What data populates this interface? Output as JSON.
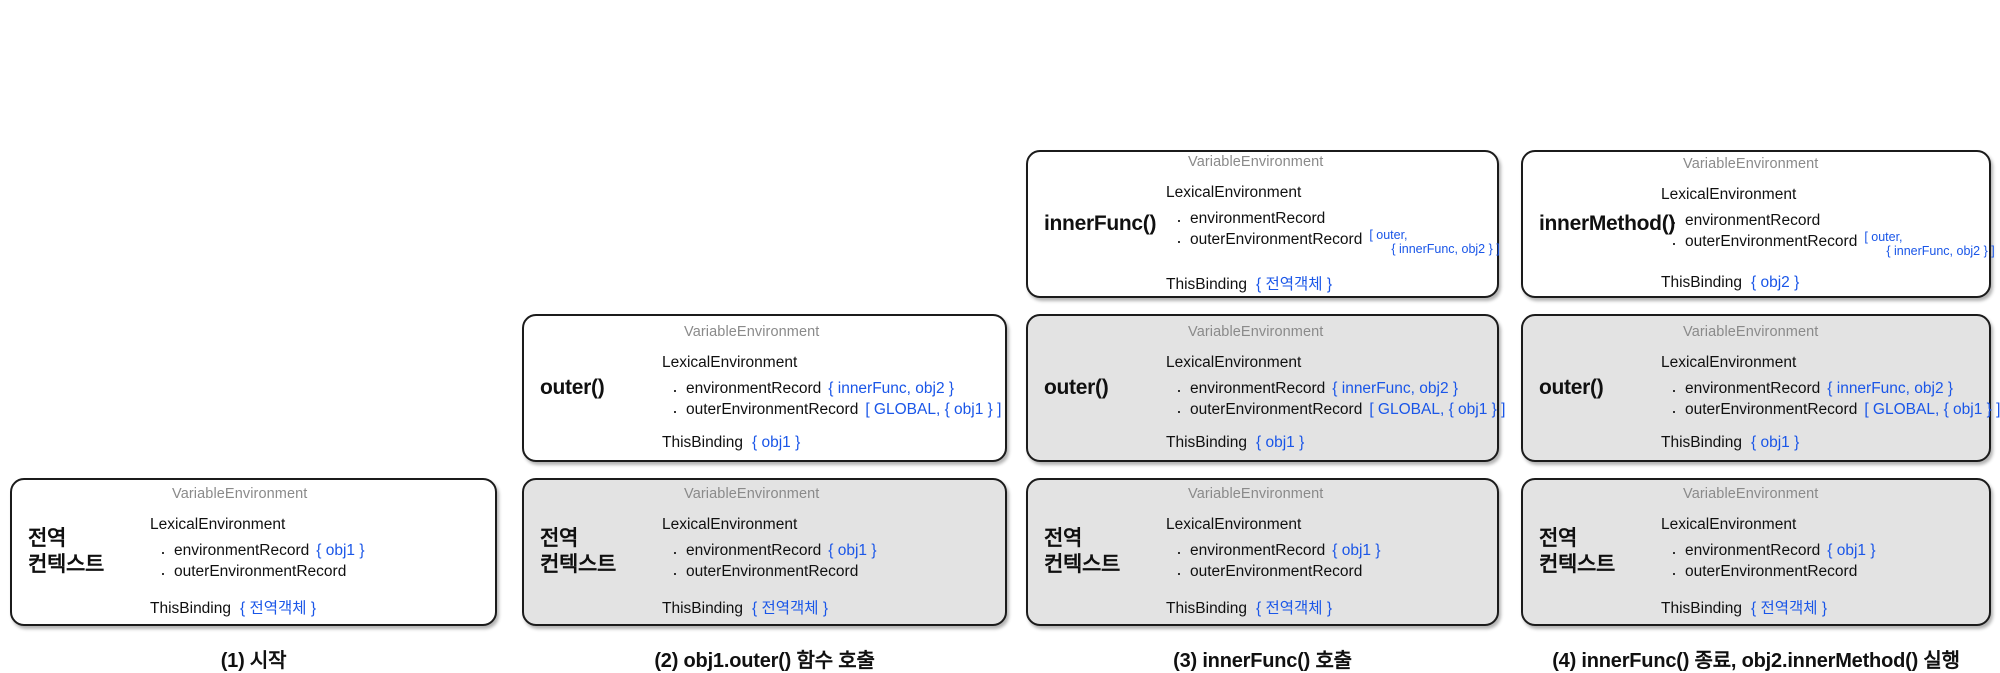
{
  "diagram": {
    "accent_blue": "#1a56e8",
    "muted_gray": "#8a8a8a",
    "inactive_bg": "#e3e3e3",
    "active_bg": "#ffffff",
    "border_color": "#1b1b1b",
    "labels": {
      "variable_environment": "VariableEnvironment",
      "lexical_environment": "LexicalEnvironment",
      "environment_record": "environmentRecord",
      "outer_environment_record": "outerEnvironmentRecord",
      "this_binding": "ThisBinding"
    }
  },
  "columns": [
    {
      "caption": "(1) 시작",
      "cards": [
        {
          "context": "전역\n컨텍스트",
          "active": true,
          "variable_environment": "VariableEnvironment",
          "lexical_environment": "LexicalEnvironment",
          "environment_record": "environmentRecord",
          "environment_record_value": "{ obj1 }",
          "outer_environment_record": "outerEnvironmentRecord",
          "outer_environment_record_value": "",
          "outer_environment_record_value_line2": "",
          "this_binding": "ThisBinding",
          "this_binding_value": "{ 전역객체 }"
        }
      ]
    },
    {
      "caption": "(2) obj1.outer() 함수 호출",
      "cards": [
        {
          "context": "outer()",
          "active": true,
          "variable_environment": "VariableEnvironment",
          "lexical_environment": "LexicalEnvironment",
          "environment_record": "environmentRecord",
          "environment_record_value": "{ innerFunc, obj2 }",
          "outer_environment_record": "outerEnvironmentRecord",
          "outer_environment_record_value": "[ GLOBAL, { obj1 } ]",
          "outer_environment_record_value_line2": "",
          "this_binding": "ThisBinding",
          "this_binding_value": "{ obj1 }"
        },
        {
          "context": "전역\n컨텍스트",
          "active": false,
          "variable_environment": "VariableEnvironment",
          "lexical_environment": "LexicalEnvironment",
          "environment_record": "environmentRecord",
          "environment_record_value": "{ obj1 }",
          "outer_environment_record": "outerEnvironmentRecord",
          "outer_environment_record_value": "",
          "outer_environment_record_value_line2": "",
          "this_binding": "ThisBinding",
          "this_binding_value": "{ 전역객체 }"
        }
      ]
    },
    {
      "caption": "(3) innerFunc() 호출",
      "cards": [
        {
          "context": "innerFunc()",
          "active": true,
          "variable_environment": "VariableEnvironment",
          "lexical_environment": "LexicalEnvironment",
          "environment_record": "environmentRecord",
          "environment_record_value": "",
          "outer_environment_record": "outerEnvironmentRecord",
          "outer_environment_record_value": "[ outer,",
          "outer_environment_record_value_line2": "{ innerFunc, obj2 } ]",
          "this_binding": "ThisBinding",
          "this_binding_value": "{ 전역객체 }"
        },
        {
          "context": "outer()",
          "active": false,
          "variable_environment": "VariableEnvironment",
          "lexical_environment": "LexicalEnvironment",
          "environment_record": "environmentRecord",
          "environment_record_value": "{ innerFunc, obj2 }",
          "outer_environment_record": "outerEnvironmentRecord",
          "outer_environment_record_value": "[ GLOBAL, { obj1 } ]",
          "outer_environment_record_value_line2": "",
          "this_binding": "ThisBinding",
          "this_binding_value": "{ obj1 }"
        },
        {
          "context": "전역\n컨텍스트",
          "active": false,
          "variable_environment": "VariableEnvironment",
          "lexical_environment": "LexicalEnvironment",
          "environment_record": "environmentRecord",
          "environment_record_value": "{ obj1 }",
          "outer_environment_record": "outerEnvironmentRecord",
          "outer_environment_record_value": "",
          "outer_environment_record_value_line2": "",
          "this_binding": "ThisBinding",
          "this_binding_value": "{ 전역객체 }"
        }
      ]
    },
    {
      "caption": "(4) innerFunc() 종료, obj2.innerMethod() 실행",
      "cards": [
        {
          "context": "innerMethod()",
          "active": true,
          "variable_environment": "VariableEnvironment",
          "lexical_environment": "LexicalEnvironment",
          "environment_record": "environmentRecord",
          "environment_record_value": "",
          "outer_environment_record": "outerEnvironmentRecord",
          "outer_environment_record_value": "[ outer,",
          "outer_environment_record_value_line2": "{ innerFunc, obj2 } ]",
          "this_binding": "ThisBinding",
          "this_binding_value": "{ obj2 }"
        },
        {
          "context": "outer()",
          "active": false,
          "variable_environment": "VariableEnvironment",
          "lexical_environment": "LexicalEnvironment",
          "environment_record": "environmentRecord",
          "environment_record_value": "{ innerFunc, obj2 }",
          "outer_environment_record": "outerEnvironmentRecord",
          "outer_environment_record_value": "[ GLOBAL, { obj1 } ]",
          "outer_environment_record_value_line2": "",
          "this_binding": "ThisBinding",
          "this_binding_value": "{ obj1 }"
        },
        {
          "context": "전역\n컨텍스트",
          "active": false,
          "variable_environment": "VariableEnvironment",
          "lexical_environment": "LexicalEnvironment",
          "environment_record": "environmentRecord",
          "environment_record_value": "{ obj1 }",
          "outer_environment_record": "outerEnvironmentRecord",
          "outer_environment_record_value": "",
          "outer_environment_record_value_line2": "",
          "this_binding": "ThisBinding",
          "this_binding_value": "{ 전역객체 }"
        }
      ]
    }
  ]
}
